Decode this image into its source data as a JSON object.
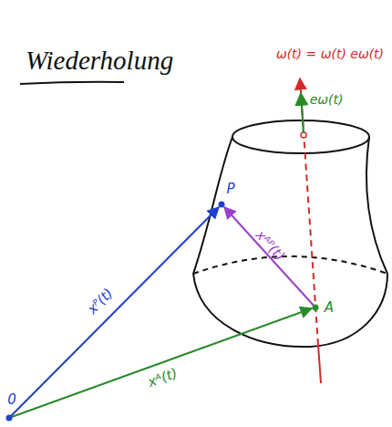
{
  "diagram": {
    "title": "Wiederholung",
    "labels": [
      "ω(t) = ω(t) eω(t)",
      "eω(t)",
      "P",
      "xᴾ(t)",
      "xᴬᴾ(t)",
      "A",
      "0",
      "xᴬ(t)"
    ]
  }
}
